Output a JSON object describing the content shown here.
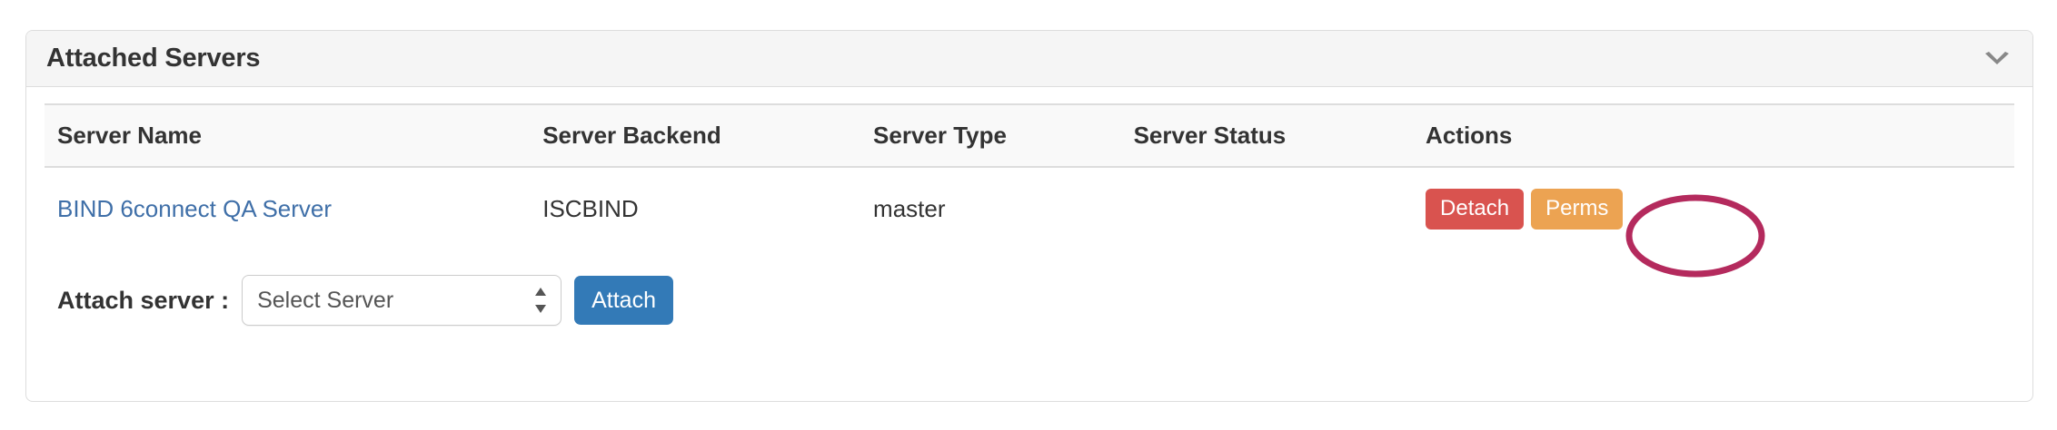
{
  "panel": {
    "title": "Attached Servers",
    "collapse_icon": "chevron-down-icon"
  },
  "table": {
    "columns": [
      "Server Name",
      "Server Backend",
      "Server Type",
      "Server Status",
      "Actions"
    ],
    "rows": [
      {
        "server_name": "BIND 6connect QA Server",
        "server_backend": "ISCBIND",
        "server_type": "master",
        "server_status": "",
        "actions": [
          {
            "label": "Detach",
            "style": "danger"
          },
          {
            "label": "Perms",
            "style": "warning"
          }
        ]
      }
    ]
  },
  "attach_form": {
    "label": "Attach server :",
    "select_value": "Select Server",
    "select_icon": "stepper-arrows-icon",
    "button_label": "Attach"
  },
  "annotation": {
    "shape": "ellipse",
    "target": "Detach",
    "color": "#b42a5d"
  },
  "colors": {
    "panel_border": "#dddddd",
    "panel_header_bg": "#f5f5f5",
    "table_header_bg": "#f9f9f9",
    "link": "#3f6fa8",
    "detach_btn": "#d9534f",
    "perms_btn": "#eca352",
    "attach_btn": "#337ab7",
    "annotation": "#b42a5d",
    "text": "#333333"
  }
}
